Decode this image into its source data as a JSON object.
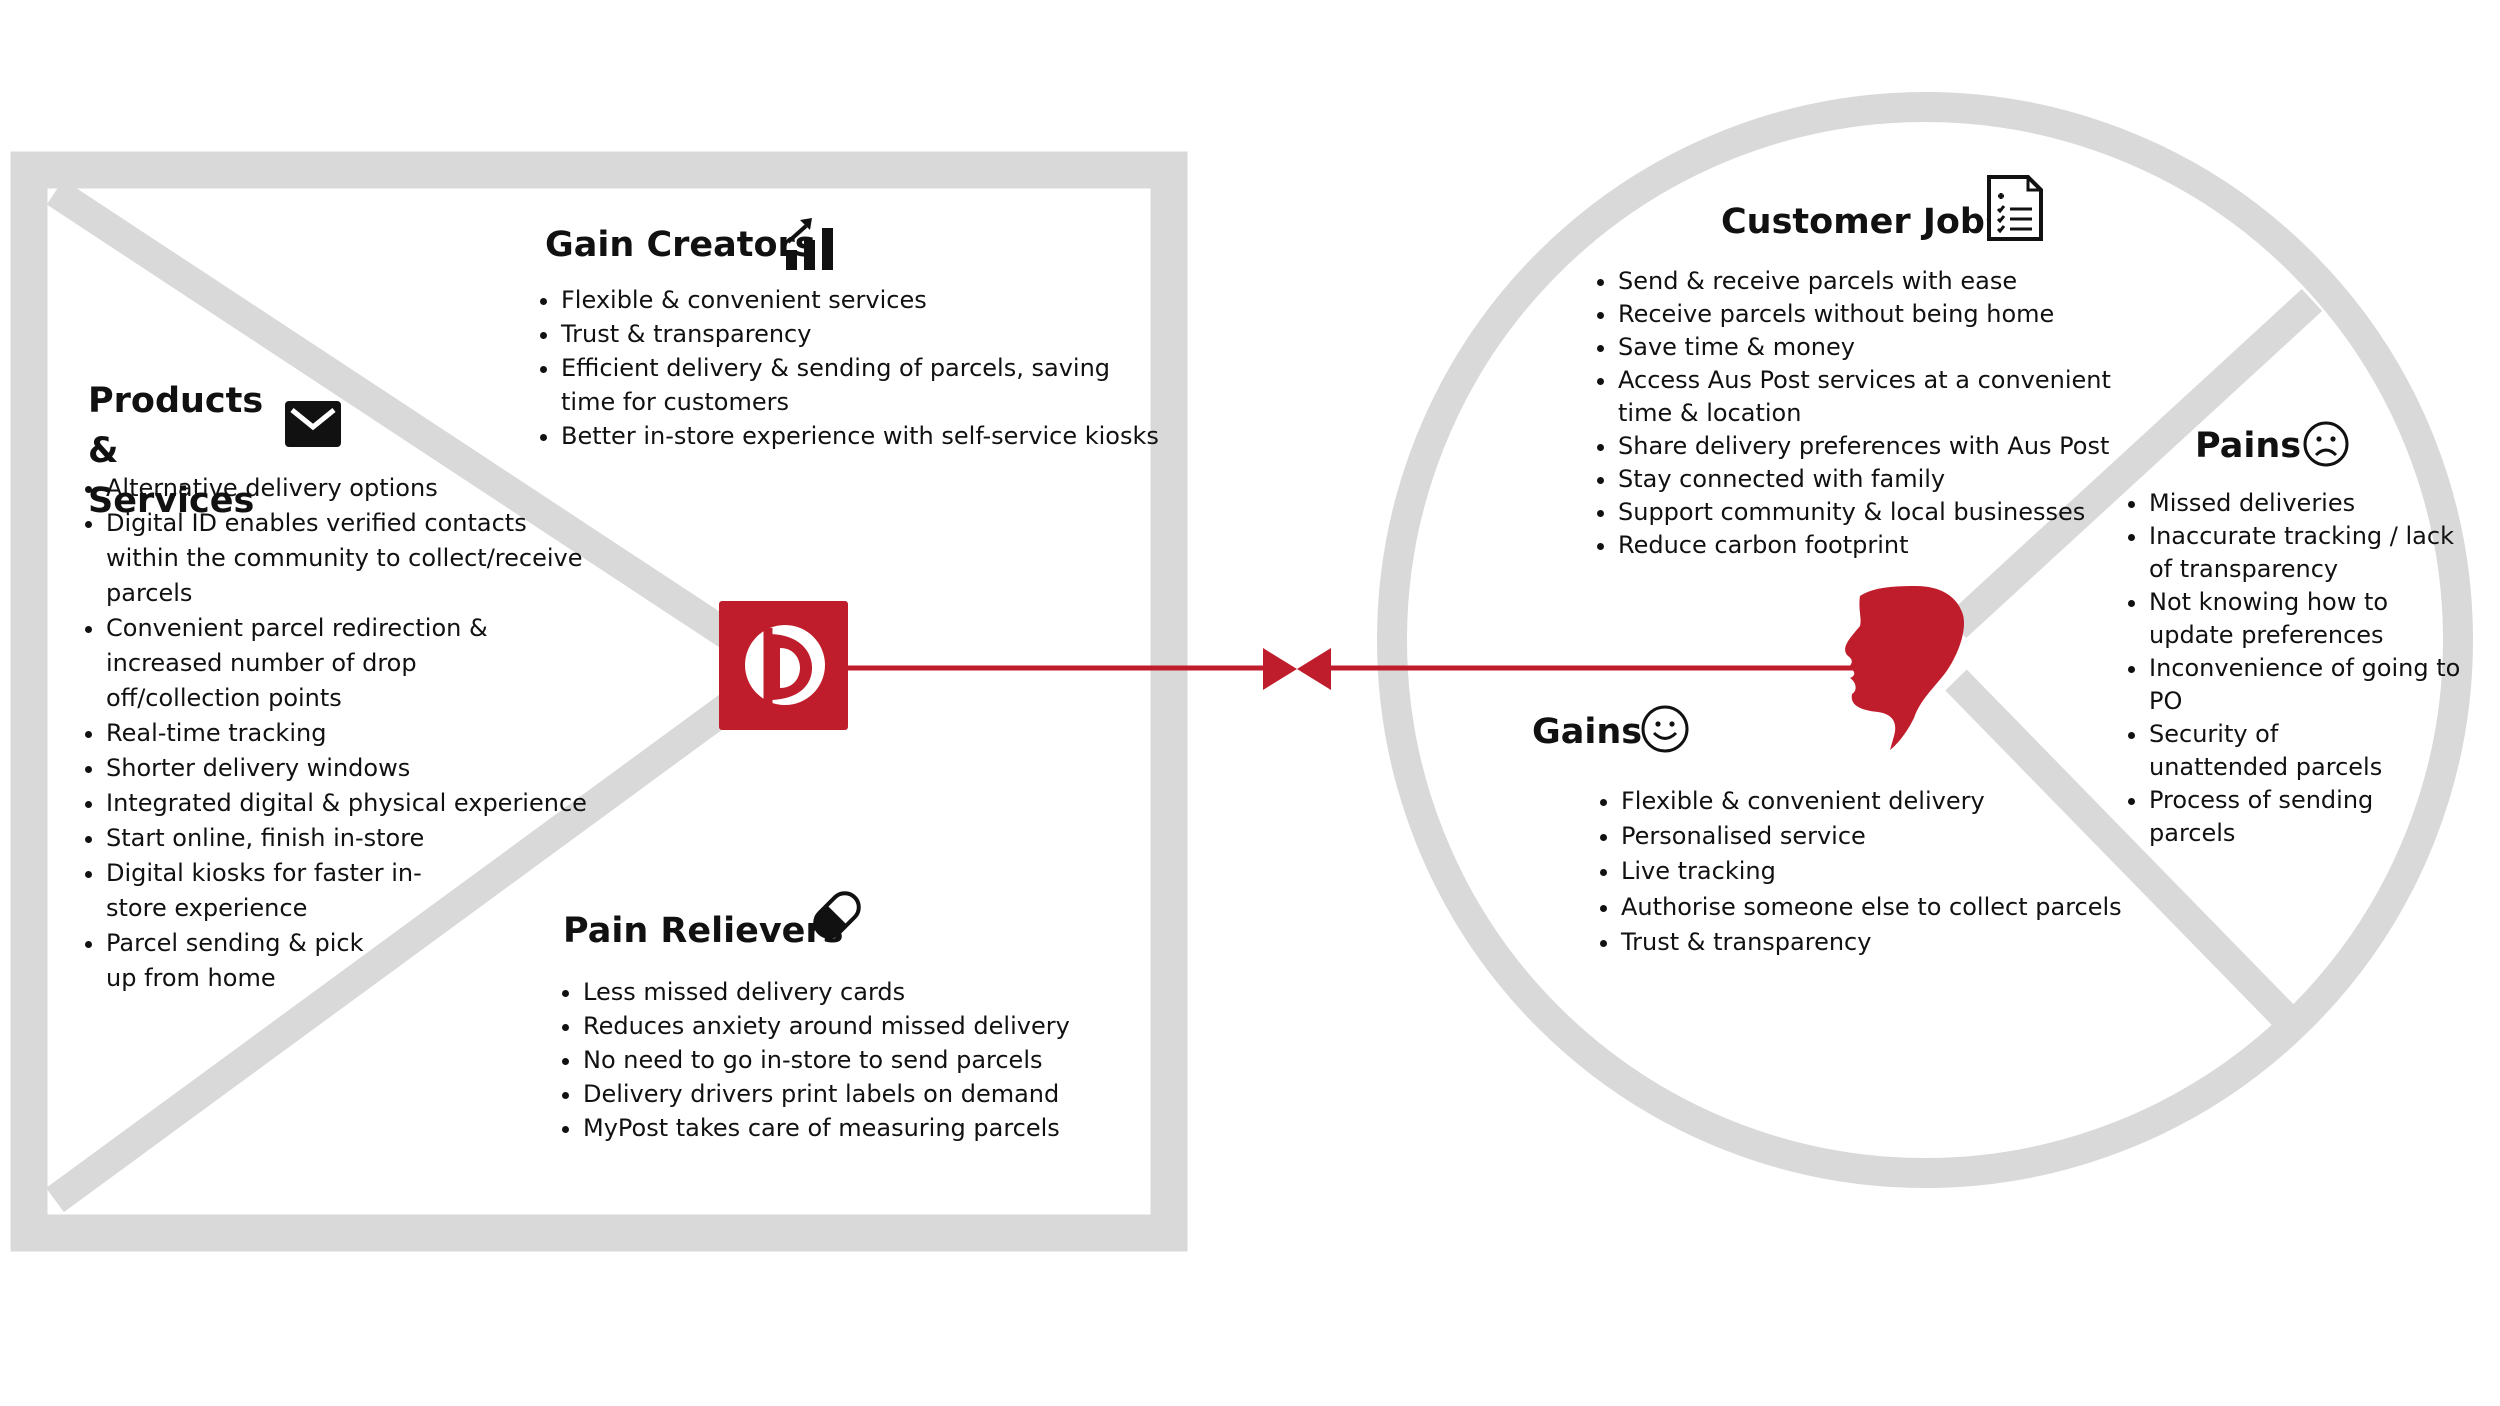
{
  "colors": {
    "frame": "#d9d9d9",
    "accent": "#c01d2c",
    "text": "#111111",
    "background": "#ffffff"
  },
  "value_map": {
    "products_services": {
      "title": "Products & Services",
      "icon": "envelope-icon",
      "items": [
        "Alternative delivery options",
        "Digital ID enables verified contacts within the community to collect/receive parcels",
        "Convenient parcel redirection & increased number of drop off/collection points",
        "Real-time  tracking",
        "Shorter delivery windows",
        "Integrated digital & physical experience",
        "Start online, finish in-store",
        "Digital kiosks for faster in-store experience",
        "Parcel sending & pick up from home"
      ]
    },
    "gain_creators": {
      "title": "Gain Creators",
      "icon": "bar-chart-up-icon",
      "items": [
        "Flexible & convenient services",
        "Trust & transparency",
        "Efficient delivery & sending of parcels, saving time for customers",
        "Better in-store experience with self-service kiosks"
      ]
    },
    "pain_relievers": {
      "title": "Pain Relievers",
      "icon": "pill-icon",
      "items": [
        "Less missed delivery cards",
        "Reduces anxiety around missed delivery",
        "No need to go in-store to send parcels",
        "Delivery drivers print labels on demand",
        "MyPost takes care of measuring parcels"
      ]
    },
    "logo": "auspost-logo"
  },
  "customer_profile": {
    "customer_jobs": {
      "title": "Customer Jobs",
      "icon": "checklist-document-icon",
      "items": [
        "Send & receive parcels with ease",
        "Receive parcels without being home",
        "Save time & money",
        "Access Aus Post services at a convenient time & location",
        "Share delivery preferences with Aus Post",
        "Stay connected with family",
        "Support community & local businesses",
        "Reduce carbon footprint"
      ]
    },
    "pains": {
      "title": "Pains",
      "icon": "sad-face-icon",
      "items": [
        "Missed deliveries",
        "Inaccurate tracking / lack of  transparency",
        "Not knowing how to update preferences",
        "Inconvenience of going to PO",
        "Security of unattended parcels",
        "Process of sending parcels"
      ]
    },
    "gains": {
      "title": "Gains",
      "icon": "smiley-face-icon",
      "items": [
        "Flexible & convenient delivery",
        "Personalised service",
        "Live tracking",
        "Authorise someone else to collect parcels",
        "Trust & transparency"
      ]
    },
    "head": "head-silhouette-icon"
  },
  "connector": "fit-connector-arrows"
}
